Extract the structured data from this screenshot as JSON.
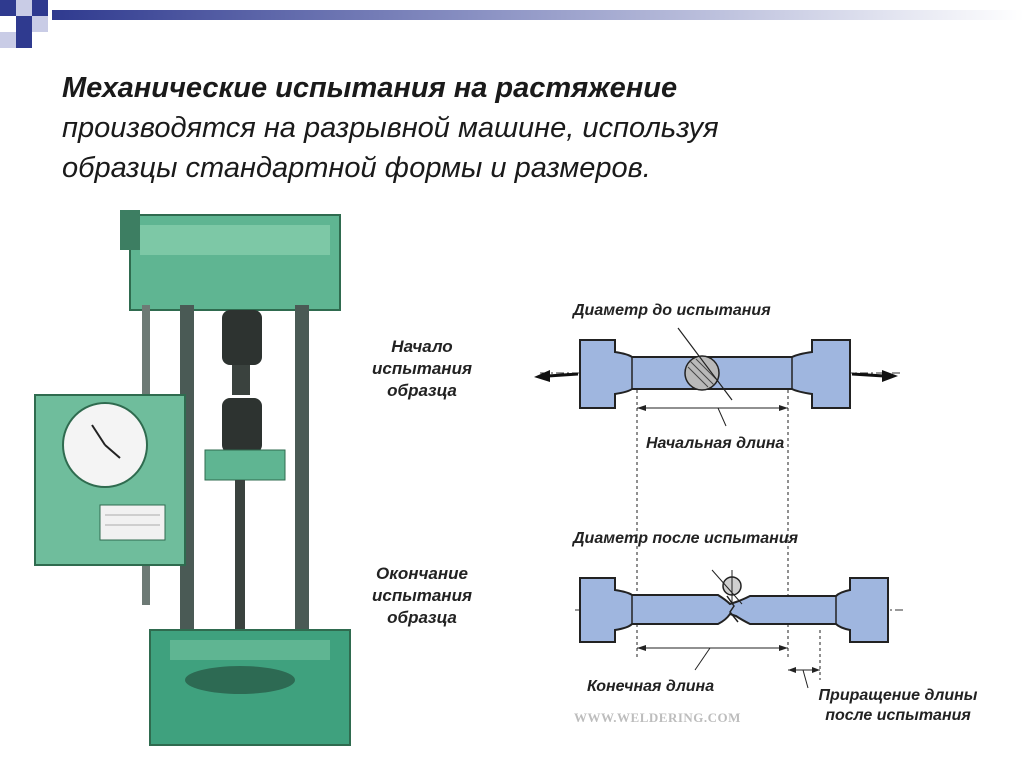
{
  "heading": {
    "bold_part": "Механические испытания на растяжение",
    "rest_line1": "производятся на разрывной машине, используя",
    "rest_line2": "образцы стандартной формы и размеров."
  },
  "labels": {
    "start": [
      "Начало",
      "испытания",
      "образца"
    ],
    "end": [
      "Окончание",
      "испытания",
      "образца"
    ],
    "diameter_before": "Диаметр до испытания",
    "initial_length": "Начальная длина",
    "diameter_after": "Диаметр после испытания",
    "final_length": "Конечная длина",
    "elongation": [
      "Приращение длины",
      "после испытания"
    ]
  },
  "watermark": "WWW.WELDERING.COM",
  "colors": {
    "specimen_fill": "#9fb6df",
    "machine_green": "#5fb592",
    "deco_blue": "#2f3a8f"
  }
}
